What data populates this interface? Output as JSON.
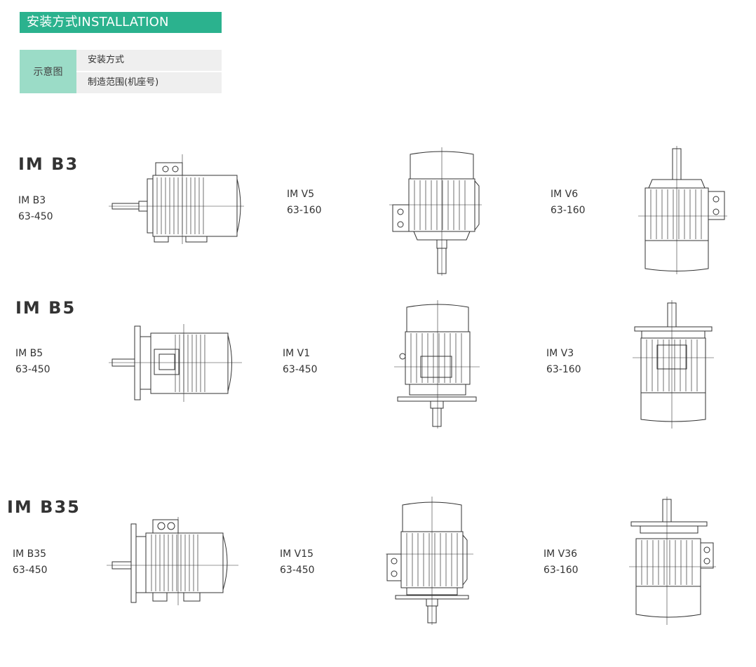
{
  "header": {
    "title": "安装方式INSTALLATION"
  },
  "legend": {
    "diagram_label": "示意图",
    "mount_label": "安装方式",
    "range_label": "制造范围(机座号)"
  },
  "groups": [
    {
      "title": "IM B3"
    },
    {
      "title": "IM B5"
    },
    {
      "title": "IM B35"
    }
  ],
  "mounts": [
    {
      "name": "IM B3",
      "range": "63-450"
    },
    {
      "name": "IM V5",
      "range": "63-160"
    },
    {
      "name": "IM V6",
      "range": "63-160"
    },
    {
      "name": "IM B5",
      "range": "63-450"
    },
    {
      "name": "IM V1",
      "range": "63-450"
    },
    {
      "name": "IM V3",
      "range": "63-160"
    },
    {
      "name": "IM B35",
      "range": "63-450"
    },
    {
      "name": "IM V15",
      "range": "63-450"
    },
    {
      "name": "IM V36",
      "range": "63-160"
    }
  ]
}
